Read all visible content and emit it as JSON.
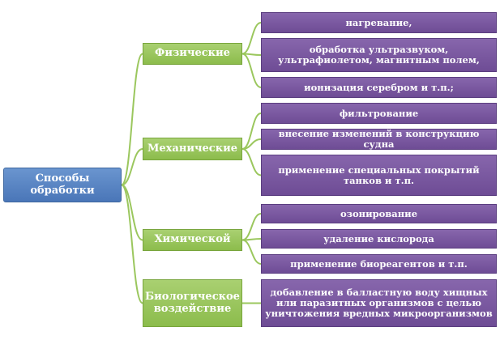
{
  "diagram": {
    "root": {
      "label": "Способы  обработки"
    },
    "categories": [
      {
        "label": "Физические",
        "items": [
          "нагревание,",
          "обработка ультразвуком, ультрафиолетом, магнитным полем,",
          "ионизация серебром и т.п.;"
        ]
      },
      {
        "label": "Механические",
        "items": [
          "фильтрование",
          "внесение изменений в конструкцию судна",
          "применение специальных покрытий танков и т.п."
        ]
      },
      {
        "label": "Химической",
        "items": [
          "озонирование",
          "удаление кислорода",
          "применение биореагентов и т.п."
        ]
      },
      {
        "label": "Биологическое воздействие",
        "items": [
          "добавление в балластную воду хищных или паразитных организмов с целью уничтожения вредных микроорганизмов"
        ]
      }
    ],
    "colors": {
      "root": "#5b86c5",
      "category": "#9bc75e",
      "leaf": "#7b5aa0",
      "connector": "#9bc75e"
    }
  }
}
